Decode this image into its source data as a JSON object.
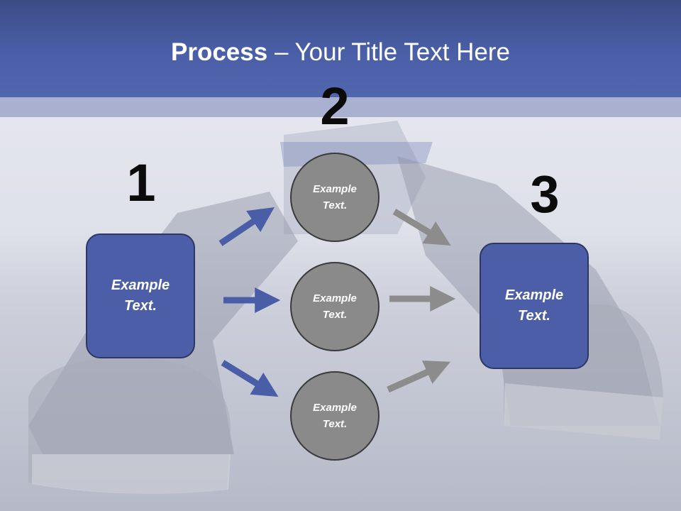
{
  "title": {
    "bold": "Process",
    "rest": " – Your Title Text Here"
  },
  "steps": [
    {
      "number": "1",
      "label": "Example\nText."
    },
    {
      "number": "2",
      "label": "Example\nText."
    },
    {
      "number": "3",
      "label": "Example\nText."
    }
  ],
  "circles": [
    {
      "label": "Example\nText."
    },
    {
      "label": "Example\nText."
    },
    {
      "label": "Example\nText."
    }
  ],
  "colors": {
    "header": "#4a5fa8",
    "box": "#4d5ea9",
    "circle": "#8a8a8a",
    "arrow_left": "#4a5ea8",
    "arrow_right": "#8c8c8c"
  }
}
